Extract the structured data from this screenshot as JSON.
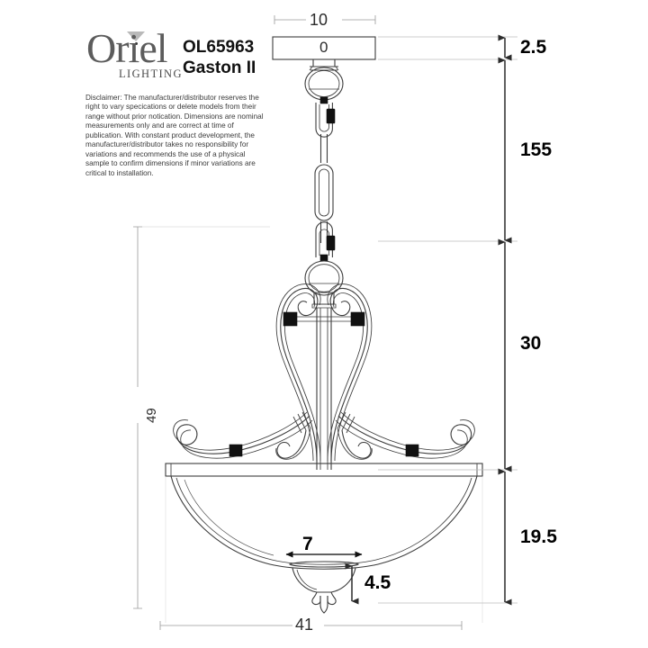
{
  "document": {
    "type": "product-dimension-drawing",
    "units": "cm"
  },
  "brand": {
    "name": "Oriel",
    "tagline": "LIGHTING",
    "logo_icon": "lampshade-icon",
    "logo_color": "#5c5c5c",
    "shade_color": "#b9b9b9"
  },
  "product": {
    "code": "OL65963",
    "name": "Gaston II"
  },
  "disclaimer": {
    "text": "Disclaimer: The manufacturer/distributor reserves the right to vary specications or delete models from their range without prior notication. Dimensions are nominal measurements only and are correct at time of publication. With constant product development, the manufacturer/distributor takes no responsibility for variations and recommends the use of a physical sample to confirm dimensions if minor variations are critical to installation."
  },
  "canopy": {
    "label": "0"
  },
  "dimensions": {
    "canopy_width": "10",
    "canopy_height": "2.5",
    "chain_drop": "155",
    "frame_height": "30",
    "bowl_height": "19.5",
    "overall_height": "49",
    "overall_width": "41",
    "finial_width": "7",
    "finial_height": "4.5"
  },
  "colors": {
    "line": "#3c3c3c",
    "dim_line": "#2b2b2b",
    "text": "#111111",
    "hardware": "#111111",
    "background": "#ffffff"
  }
}
